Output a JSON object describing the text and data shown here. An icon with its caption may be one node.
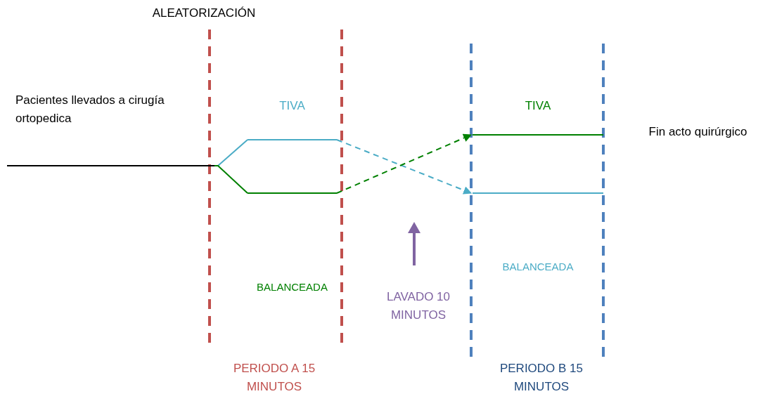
{
  "diagram": {
    "nodes": [
      {
        "text": [
          "Pacientes llevados a cirugía ortopedica"
        ]
      },
      {
        "text": [
          "TIVA"
        ]
      },
      {
        "text": [
          "BALANCEADA"
        ]
      },
      {
        "text": [
          "TIVA"
        ]
      },
      {
        "text": [
          "BALANCEADA"
        ]
      }
    ],
    "edges": [
      {
        "from": 0,
        "to": 1,
        "arrow": "none",
        "color": "#4bacc6"
      },
      {
        "from": 0,
        "to": 2,
        "arrow": "none",
        "color": "#008000"
      },
      {
        "from": 1,
        "to": 4,
        "arrow": "to",
        "style": "dashed",
        "color": "#4bacc6"
      },
      {
        "from": 2,
        "to": 3,
        "arrow": "to",
        "style": "dashed",
        "color": "#008000"
      }
    ],
    "labels": [
      "ALEATORIZACIÓN",
      "Fin acto quirúrgico",
      "LAVADO 10 MINUTOS",
      "PERIODO A 15 MINUTOS",
      "PERIODO B 15 MINUTOS"
    ]
  }
}
